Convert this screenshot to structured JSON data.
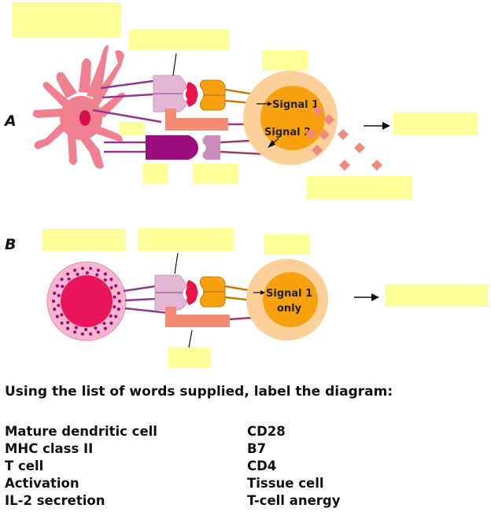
{
  "panels": {
    "a": {
      "label": "A",
      "signal_1": "Signal 1",
      "signal_2": "Signal 2"
    },
    "b": {
      "label": "B",
      "signal_1_line1": "Signal 1",
      "signal_1_line2": "only"
    }
  },
  "instructions": "Using the list of words supplied, label the diagram:",
  "word_list": {
    "left": [
      "Mature dendritic cell",
      "MHC class II",
      "T cell",
      "Activation",
      "IL-2 secretion"
    ],
    "right": [
      "CD28",
      "B7",
      "CD4",
      "Tissue cell",
      "T-cell anergy"
    ]
  },
  "colors": {
    "blank_box": "#ffff99",
    "dendritic_cell": "#f08090",
    "t_cell_outer": "#fdd09a",
    "t_cell_inner": "#f8a10e",
    "mhc": "#e2b6d4",
    "tcr": "#f8a10e",
    "peptide": "#e8154a",
    "cd4": "#f48b75",
    "b7": "#9a0d7c",
    "cd28": "#c98cbd",
    "il2": "#f08b7b",
    "tissue_cell": "#e8155c"
  }
}
